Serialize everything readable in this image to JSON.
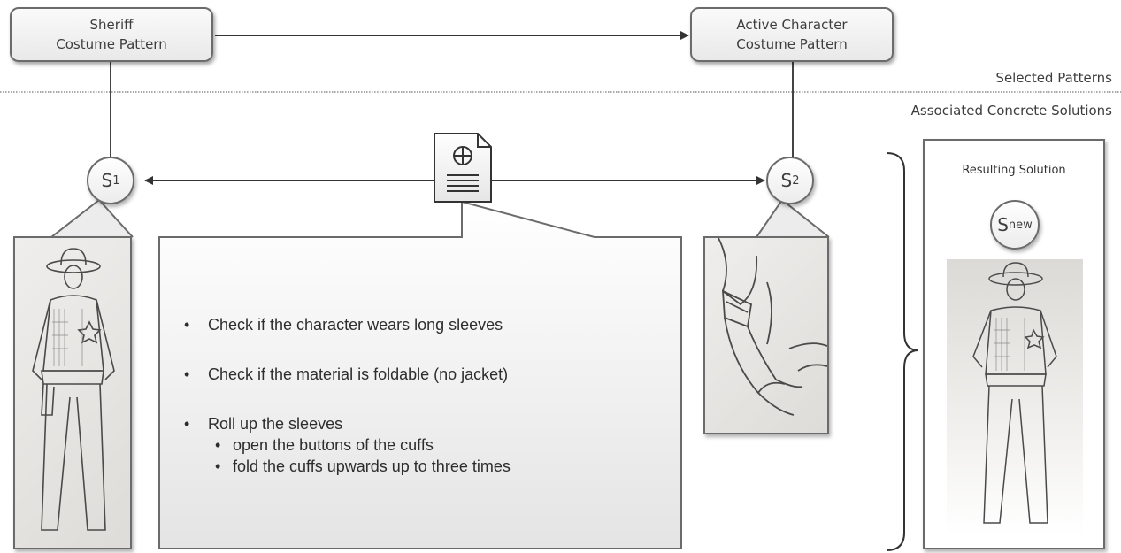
{
  "patterns": {
    "sheriff": {
      "line1": "Sheriff",
      "line2": "Costume Pattern"
    },
    "active": {
      "line1": "Active Character",
      "line2": "Costume Pattern"
    }
  },
  "section_labels": {
    "selected": "Selected Patterns",
    "associated": "Associated Concrete Solutions"
  },
  "solutions": {
    "s1": {
      "letter": "S",
      "sub": "1"
    },
    "s2": {
      "letter": "S",
      "sub": "2"
    },
    "snew": {
      "letter": "S",
      "sub": "new"
    }
  },
  "concept_icon": "document-with-crosshair-icon",
  "instructions": {
    "b1": "Check if the character wears long sleeves",
    "b2": "Check if the material is foldable (no jacket)",
    "b3": "Roll up the sleeves",
    "b3a": "open the buttons of the cuffs",
    "b3b": "fold the cuffs upwards up to three times"
  },
  "result": {
    "title": "Resulting Solution"
  },
  "colors": {
    "stroke": "#6b6b6b",
    "line": "#333333",
    "text": "#3d3d3d"
  }
}
